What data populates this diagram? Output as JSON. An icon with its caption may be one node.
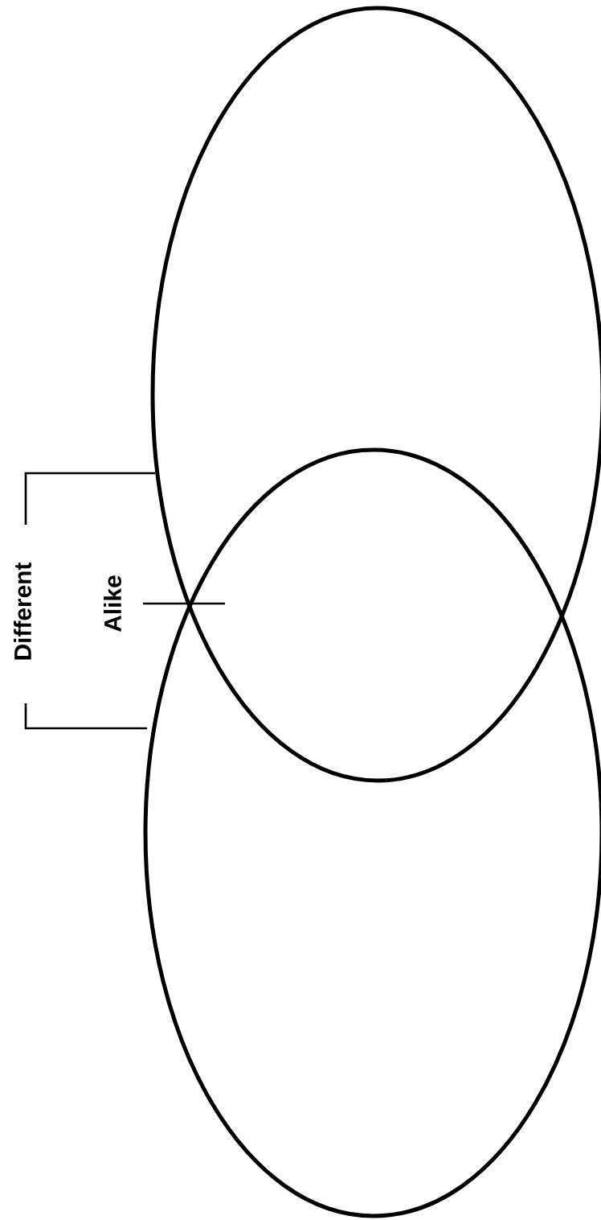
{
  "diagram": {
    "nodes": [
      {
        "text": [],
        "shape": "ellipse"
      },
      {
        "text": [],
        "shape": "ellipse"
      }
    ],
    "labels": [
      "Different",
      "Alike"
    ]
  }
}
